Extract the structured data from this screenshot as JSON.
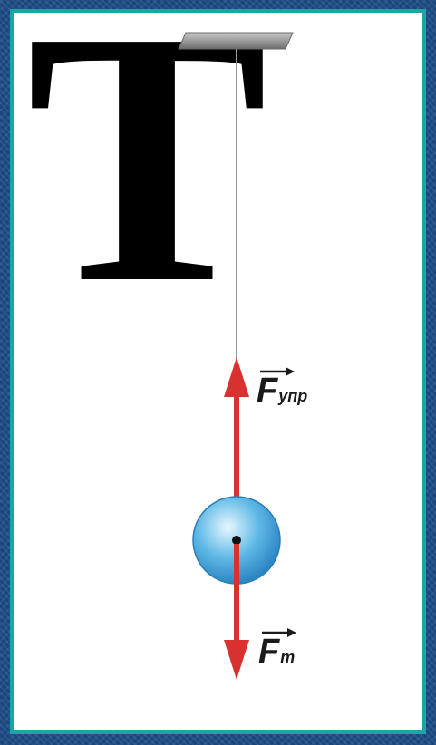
{
  "slide": {
    "letter": "Т"
  },
  "forces": {
    "elastic": {
      "symbol": "F",
      "subscript": "упр"
    },
    "gravity": {
      "symbol": "F",
      "subscript": "т"
    }
  },
  "colors": {
    "background": "#1f4e8a",
    "frame": "#1aa6a6",
    "arrow": "#d9312f",
    "ball": "#5fb9e6",
    "thread": "#9a9a9a",
    "support": "#8a8a8a"
  }
}
